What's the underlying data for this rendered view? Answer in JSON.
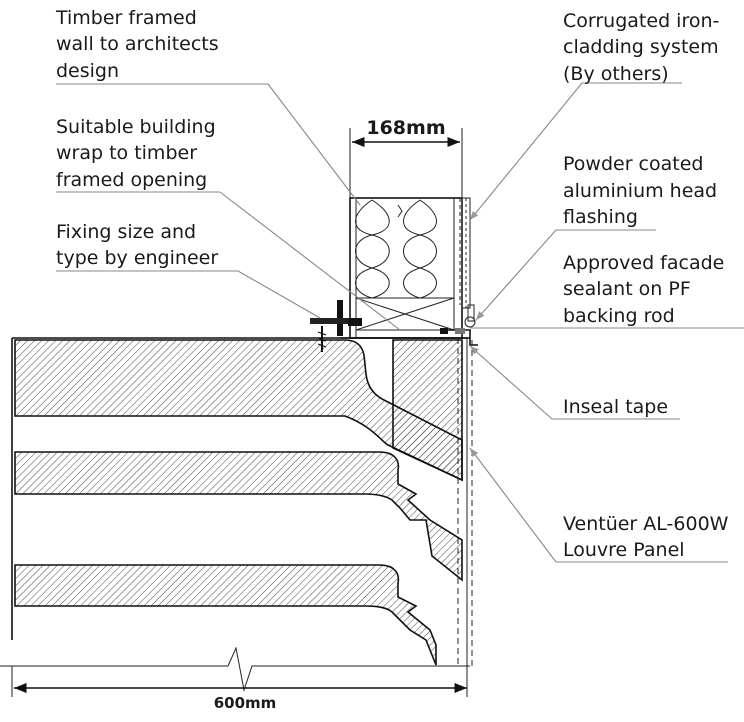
{
  "dimensions": {
    "top": "168mm",
    "bottom": "600mm"
  },
  "callouts_left": [
    {
      "lines": [
        "Timber framed",
        "wall to architects",
        "design"
      ]
    },
    {
      "lines": [
        "Suitable building",
        "wrap to timber",
        "framed opening"
      ]
    },
    {
      "lines": [
        "Fixing size and",
        "type by engineer"
      ]
    }
  ],
  "callouts_right": [
    {
      "lines": [
        "Corrugated iron-",
        "cladding system",
        "(By others)"
      ]
    },
    {
      "lines": [
        "Powder coated",
        "aluminium head",
        "flashing"
      ]
    },
    {
      "lines": [
        "Approved facade",
        "sealant on PF",
        "backing rod"
      ]
    },
    {
      "lines": [
        "Inseal tape"
      ]
    },
    {
      "lines": [
        "Ventüer AL-600W",
        "Louvre Panel"
      ]
    }
  ],
  "colors": {
    "line": "#111111",
    "leader": "#888888",
    "text": "#1a1a1a"
  }
}
